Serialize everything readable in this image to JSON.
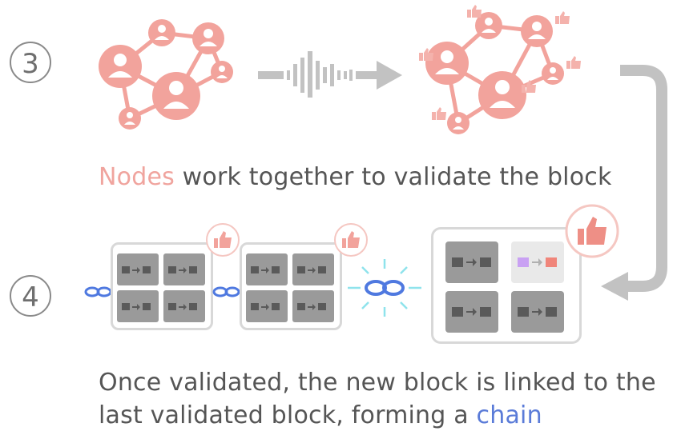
{
  "steps": {
    "three": {
      "number": "3"
    },
    "four": {
      "number": "4"
    }
  },
  "captions": {
    "nodes_highlight": "Nodes",
    "nodes_rest": " work together to validate the block",
    "chain_line1": "Once validated, the new block is linked to the",
    "chain_line2_prefix": "last validated block, forming a ",
    "chain_highlight": "chain"
  },
  "colors": {
    "node_red": "#f2a39c",
    "node_dark_red": "#ee8f86",
    "arrow_gray": "#c2c2c2",
    "block_gray": "#9a9a9a",
    "link_blue": "#4f79e0",
    "glow_cyan": "#8fe3ec",
    "purple_wallet": "#c9a1f3"
  },
  "icons": [
    "network-icon",
    "signal-arrow-icon",
    "thumbs-up-icon",
    "chain-link-icon",
    "wallet-transfer-icon",
    "curved-arrow-icon"
  ]
}
